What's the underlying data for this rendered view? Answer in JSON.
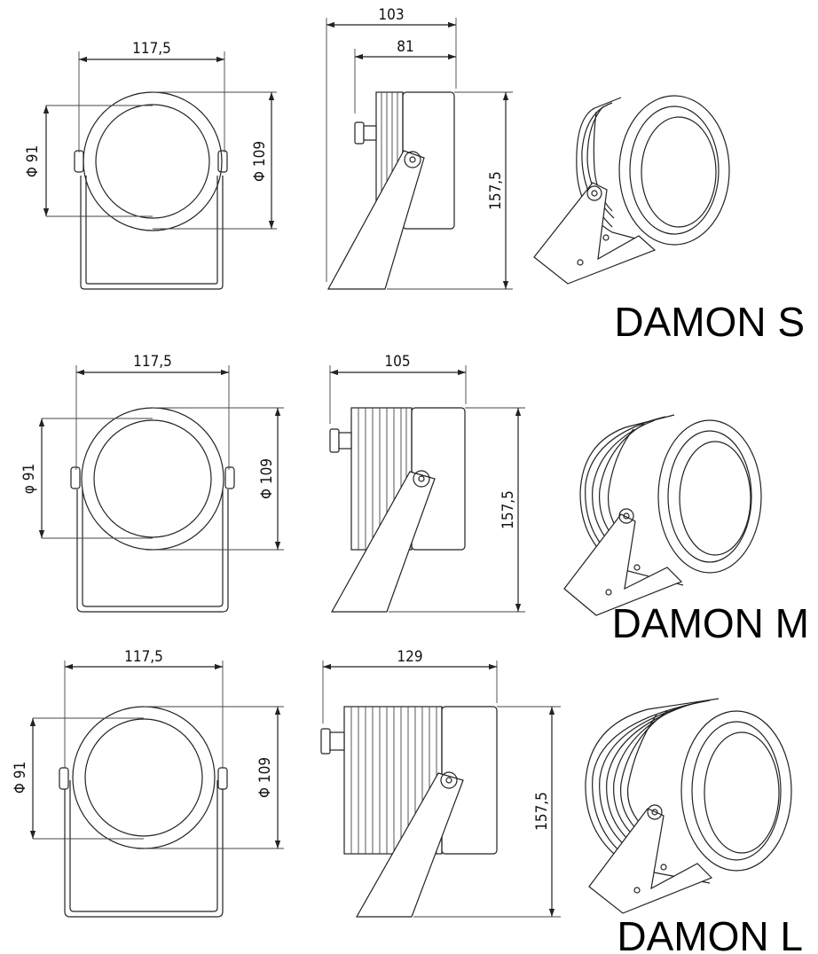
{
  "colors": {
    "line": "#222222",
    "background": "#ffffff",
    "text": "#000000"
  },
  "models": [
    {
      "name": "DAMON S",
      "width": "117,5",
      "depth_total": "103",
      "depth_body": "81",
      "height": "157,5",
      "inner_dia": "Φ 91",
      "outer_dia": "Φ 109"
    },
    {
      "name": "DAMON M",
      "width": "117,5",
      "depth_total": "105",
      "height": "157,5",
      "inner_dia": "φ 91",
      "outer_dia": "Φ 109"
    },
    {
      "name": "DAMON L",
      "width": "117,5",
      "depth_total": "129",
      "height": "157,5",
      "inner_dia": "Φ 91",
      "outer_dia": "Φ 109"
    }
  ]
}
